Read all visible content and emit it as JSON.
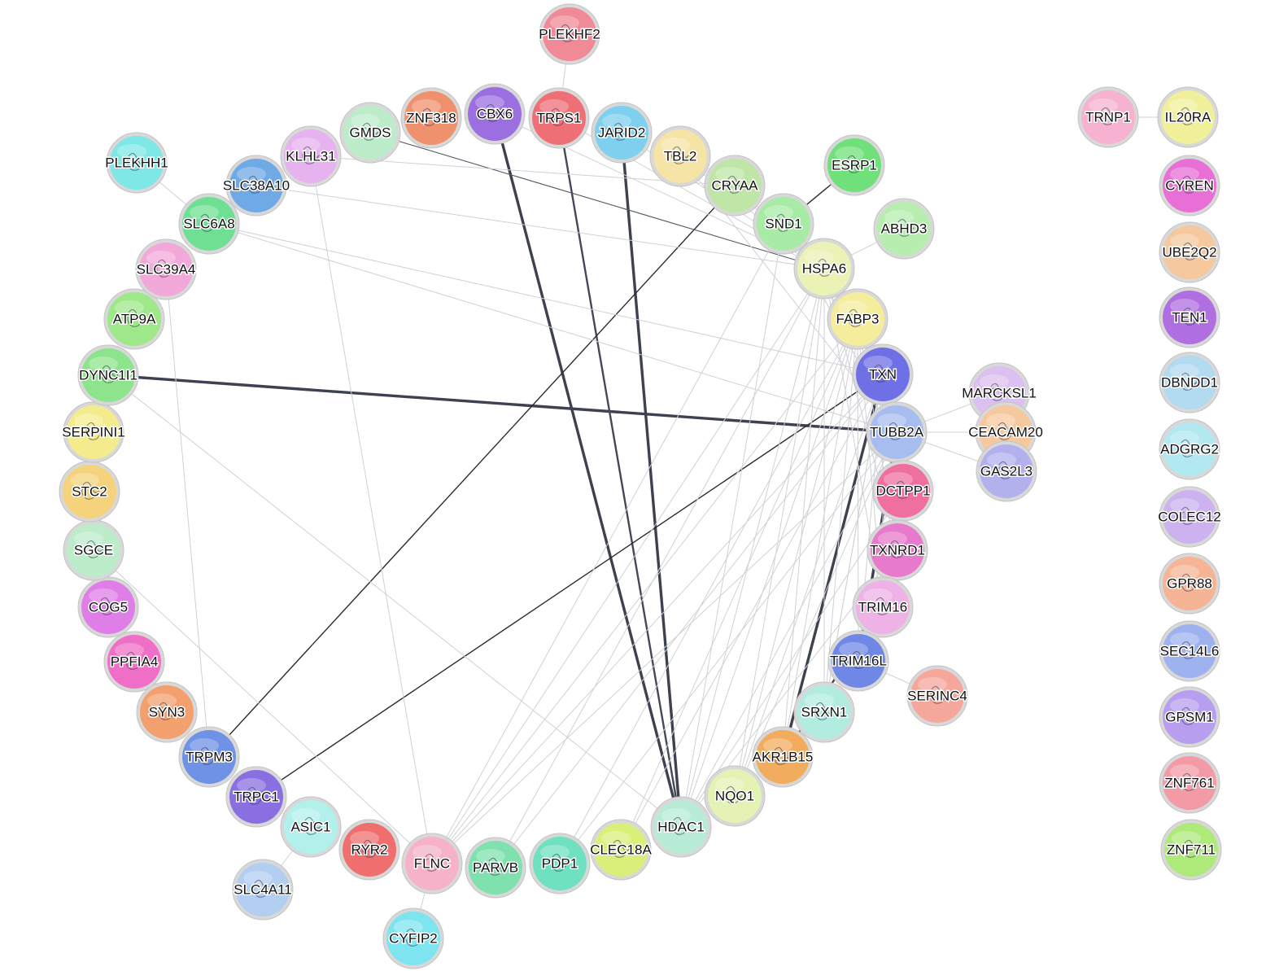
{
  "network": {
    "nodes": [
      {
        "id": "PLEKHF2",
        "color": "#f08a96"
      },
      {
        "id": "ZNF318",
        "color": "#f0916e"
      },
      {
        "id": "CBX6",
        "color": "#9b6fe0"
      },
      {
        "id": "TRPS1",
        "color": "#ef6f77"
      },
      {
        "id": "JARID2",
        "color": "#7fd0ef"
      },
      {
        "id": "TBL2",
        "color": "#f6e3a6"
      },
      {
        "id": "CRYAA",
        "color": "#bfe6a6"
      },
      {
        "id": "ESRP1",
        "color": "#6fe07a"
      },
      {
        "id": "SND1",
        "color": "#a8eba6"
      },
      {
        "id": "ABHD3",
        "color": "#b7eeb0"
      },
      {
        "id": "HSPA6",
        "color": "#eaf2b6"
      },
      {
        "id": "FABP3",
        "color": "#f5ec9c"
      },
      {
        "id": "TXN",
        "color": "#6f6fe6"
      },
      {
        "id": "MARCKSL1",
        "color": "#dcc0ef"
      },
      {
        "id": "TUBB2A",
        "color": "#a7bdef"
      },
      {
        "id": "CEACAM20",
        "color": "#f6c89e"
      },
      {
        "id": "GAS2L3",
        "color": "#b3b0ee"
      },
      {
        "id": "DCTPP1",
        "color": "#ef6f9f"
      },
      {
        "id": "TXNRD1",
        "color": "#e77acb"
      },
      {
        "id": "TRIM16",
        "color": "#eeb2e6"
      },
      {
        "id": "TRIM16L",
        "color": "#6f88e6"
      },
      {
        "id": "SERINC4",
        "color": "#f5a79c"
      },
      {
        "id": "SRXN1",
        "color": "#b2ece0"
      },
      {
        "id": "AKR1B15",
        "color": "#f2ac5e"
      },
      {
        "id": "NQO1",
        "color": "#e4f2b4"
      },
      {
        "id": "HDAC1",
        "color": "#b9ecd6"
      },
      {
        "id": "CLEC18A",
        "color": "#d8f07a"
      },
      {
        "id": "PDP1",
        "color": "#6fe0c0"
      },
      {
        "id": "PARVB",
        "color": "#7fe2ae"
      },
      {
        "id": "FLNC",
        "color": "#f6b2c8"
      },
      {
        "id": "CYFIP2",
        "color": "#7ee4ef"
      },
      {
        "id": "RYR2",
        "color": "#ef6f6f"
      },
      {
        "id": "ASIC1",
        "color": "#b2f0ec"
      },
      {
        "id": "SLC4A11",
        "color": "#b2cef0"
      },
      {
        "id": "TRPC1",
        "color": "#8a6fe0"
      },
      {
        "id": "TRPM3",
        "color": "#6f91e6"
      },
      {
        "id": "SYN3",
        "color": "#f2a06e"
      },
      {
        "id": "PPFIA4",
        "color": "#ef6fc6"
      },
      {
        "id": "COG5",
        "color": "#df7ee6"
      },
      {
        "id": "SGCE",
        "color": "#bdeccb"
      },
      {
        "id": "STC2",
        "color": "#f4d37c"
      },
      {
        "id": "SERPINI1",
        "color": "#f4ec8c"
      },
      {
        "id": "DYNC1I1",
        "color": "#8ee48c"
      },
      {
        "id": "ATP9A",
        "color": "#9ee88a"
      },
      {
        "id": "SLC39A4",
        "color": "#f2a8d8"
      },
      {
        "id": "SLC6A8",
        "color": "#6fe093"
      },
      {
        "id": "PLEKHH1",
        "color": "#7ee8e6"
      },
      {
        "id": "SLC38A10",
        "color": "#6fa9e6"
      },
      {
        "id": "KLHL31",
        "color": "#e6b2ef"
      },
      {
        "id": "GMDS",
        "color": "#bdeccb"
      },
      {
        "id": "TRNP1",
        "color": "#f6b2d0"
      },
      {
        "id": "IL20RA",
        "color": "#f0f09a"
      },
      {
        "id": "CYREN",
        "color": "#e86fd6"
      },
      {
        "id": "UBE2Q2",
        "color": "#f5c89e"
      },
      {
        "id": "TEN1",
        "color": "#b06fe0"
      },
      {
        "id": "DBNDD1",
        "color": "#b2daf0"
      },
      {
        "id": "ADGRG2",
        "color": "#b2e8f0"
      },
      {
        "id": "COLEC12",
        "color": "#ccb2ef"
      },
      {
        "id": "GPR88",
        "color": "#f5b496"
      },
      {
        "id": "SEC14L6",
        "color": "#9eb2ef"
      },
      {
        "id": "GPSM1",
        "color": "#b89eef"
      },
      {
        "id": "ZNF761",
        "color": "#f29aa6"
      },
      {
        "id": "ZNF711",
        "color": "#aeea7a"
      }
    ],
    "edges": [
      {
        "source": "DYNC1I1",
        "target": "TUBB2A",
        "weight": 3
      },
      {
        "source": "CBX6",
        "target": "HDAC1",
        "weight": 3
      },
      {
        "source": "JARID2",
        "target": "HDAC1",
        "weight": 3
      },
      {
        "source": "TXN",
        "target": "AKR1B15",
        "weight": 3
      },
      {
        "source": "TUBB2A",
        "target": "TRIM16L",
        "weight": 3
      },
      {
        "source": "TRPS1",
        "target": "HDAC1",
        "weight": 2
      },
      {
        "source": "TRIM16",
        "target": "AKR1B15",
        "weight": 2
      },
      {
        "source": "CRYAA",
        "target": "TRPM3",
        "weight": 1.5
      },
      {
        "source": "TXN",
        "target": "TRPC1",
        "weight": 1.5
      },
      {
        "source": "ESRP1",
        "target": "SND1",
        "weight": 1.5
      },
      {
        "source": "GMDS",
        "target": "HSPA6",
        "weight": 1
      },
      {
        "source": "SLC6A8",
        "target": "TUBB2A",
        "weight": 0.5
      },
      {
        "source": "KLHL31",
        "target": "FLNC",
        "weight": 0.5
      },
      {
        "source": "SLC38A10",
        "target": "HSPA6",
        "weight": 0.5
      },
      {
        "source": "SGCE",
        "target": "FLNC",
        "weight": 0.5
      },
      {
        "source": "SLC39A4",
        "target": "TRPM3",
        "weight": 0.5
      },
      {
        "source": "PLEKHH1",
        "target": "SLC6A8",
        "weight": 0.5
      },
      {
        "source": "ASIC1",
        "target": "SLC4A11",
        "weight": 0.5
      },
      {
        "source": "FLNC",
        "target": "CYFIP2",
        "weight": 0.5
      },
      {
        "source": "PLEKHF2",
        "target": "TRPS1",
        "weight": 0.5
      },
      {
        "source": "TRNP1",
        "target": "IL20RA",
        "weight": 0.5
      },
      {
        "source": "TRIM16L",
        "target": "SERINC4",
        "weight": 0.5
      },
      {
        "source": "TUBB2A",
        "target": "MARCKSL1",
        "weight": 0.5
      },
      {
        "source": "TUBB2A",
        "target": "GAS2L3",
        "weight": 0.5
      },
      {
        "source": "TUBB2A",
        "target": "CEACAM20",
        "weight": 0.5
      },
      {
        "source": "HSPA6",
        "target": "ABHD3",
        "weight": 0.5
      },
      {
        "source": "DYNC1I1",
        "target": "HDAC1",
        "weight": 0.5
      },
      {
        "source": "SLC6A8",
        "target": "TXN",
        "weight": 0.5
      },
      {
        "source": "FLNC",
        "target": "SND1",
        "weight": 0.5
      },
      {
        "source": "FLNC",
        "target": "HSPA6",
        "weight": 0.5
      },
      {
        "source": "FLNC",
        "target": "FABP3",
        "weight": 0.5
      },
      {
        "source": "FLNC",
        "target": "TXN",
        "weight": 0.5
      },
      {
        "source": "FLNC",
        "target": "TUBB2A",
        "weight": 0.5
      },
      {
        "source": "PARVB",
        "target": "TXN",
        "weight": 0.5
      },
      {
        "source": "PARVB",
        "target": "HSPA6",
        "weight": 0.5
      },
      {
        "source": "PDP1",
        "target": "FABP3",
        "weight": 0.5
      },
      {
        "source": "PDP1",
        "target": "TUBB2A",
        "weight": 0.5
      },
      {
        "source": "CLEC18A",
        "target": "FABP3",
        "weight": 0.5
      },
      {
        "source": "CLEC18A",
        "target": "TXN",
        "weight": 0.5
      },
      {
        "source": "HDAC1",
        "target": "SND1",
        "weight": 0.5
      },
      {
        "source": "HDAC1",
        "target": "HSPA6",
        "weight": 0.5
      },
      {
        "source": "HDAC1",
        "target": "FABP3",
        "weight": 0.5
      },
      {
        "source": "HDAC1",
        "target": "TUBB2A",
        "weight": 0.5
      },
      {
        "source": "HDAC1",
        "target": "TXNRD1",
        "weight": 0.5
      },
      {
        "source": "HDAC1",
        "target": "DCTPP1",
        "weight": 0.5
      },
      {
        "source": "NQO1",
        "target": "TXN",
        "weight": 0.5
      },
      {
        "source": "NQO1",
        "target": "FABP3",
        "weight": 0.5
      },
      {
        "source": "NQO1",
        "target": "HSPA6",
        "weight": 0.5
      },
      {
        "source": "NQO1",
        "target": "TUBB2A",
        "weight": 0.5
      },
      {
        "source": "AKR1B15",
        "target": "FABP3",
        "weight": 0.5
      },
      {
        "source": "AKR1B15",
        "target": "HSPA6",
        "weight": 0.5
      },
      {
        "source": "SRXN1",
        "target": "FABP3",
        "weight": 0.5
      },
      {
        "source": "SRXN1",
        "target": "HSPA6",
        "weight": 0.5
      },
      {
        "source": "SRXN1",
        "target": "TXN",
        "weight": 0.5
      },
      {
        "source": "TXNRD1",
        "target": "FABP3",
        "weight": 0.5
      },
      {
        "source": "TXNRD1",
        "target": "HSPA6",
        "weight": 0.5
      },
      {
        "source": "TRIM16",
        "target": "FABP3",
        "weight": 0.5
      },
      {
        "source": "TRIM16",
        "target": "HSPA6",
        "weight": 0.5
      },
      {
        "source": "TRIM16L",
        "target": "FABP3",
        "weight": 0.5
      },
      {
        "source": "TRIM16L",
        "target": "TXN",
        "weight": 0.5
      },
      {
        "source": "TXN",
        "target": "HSPA6",
        "weight": 0.5
      },
      {
        "source": "TXN",
        "target": "TXNRD1",
        "weight": 0.5
      },
      {
        "source": "TXN",
        "target": "SRXN1",
        "weight": 0.5
      },
      {
        "source": "TXN",
        "target": "TRIM16",
        "weight": 0.5
      },
      {
        "source": "TXN",
        "target": "DCTPP1",
        "weight": 0.5
      },
      {
        "source": "TUBB2A",
        "target": "DCTPP1",
        "weight": 0.5
      },
      {
        "source": "SND1",
        "target": "TXN",
        "weight": 0.5
      },
      {
        "source": "SND1",
        "target": "TUBB2A",
        "weight": 0.5
      },
      {
        "source": "CRYAA",
        "target": "FABP3",
        "weight": 0.5
      },
      {
        "source": "CRYAA",
        "target": "HSPA6",
        "weight": 0.5
      },
      {
        "source": "TBL2",
        "target": "HSPA6",
        "weight": 0.5
      },
      {
        "source": "TBL2",
        "target": "TUBB2A",
        "weight": 0.5
      },
      {
        "source": "JARID2",
        "target": "HSPA6",
        "weight": 0.5
      },
      {
        "source": "TRPS1",
        "target": "HSPA6",
        "weight": 0.5
      },
      {
        "source": "CBX6",
        "target": "HSPA6",
        "weight": 0.5
      },
      {
        "source": "KLHL31",
        "target": "CRYAA",
        "weight": 0.5
      }
    ]
  }
}
